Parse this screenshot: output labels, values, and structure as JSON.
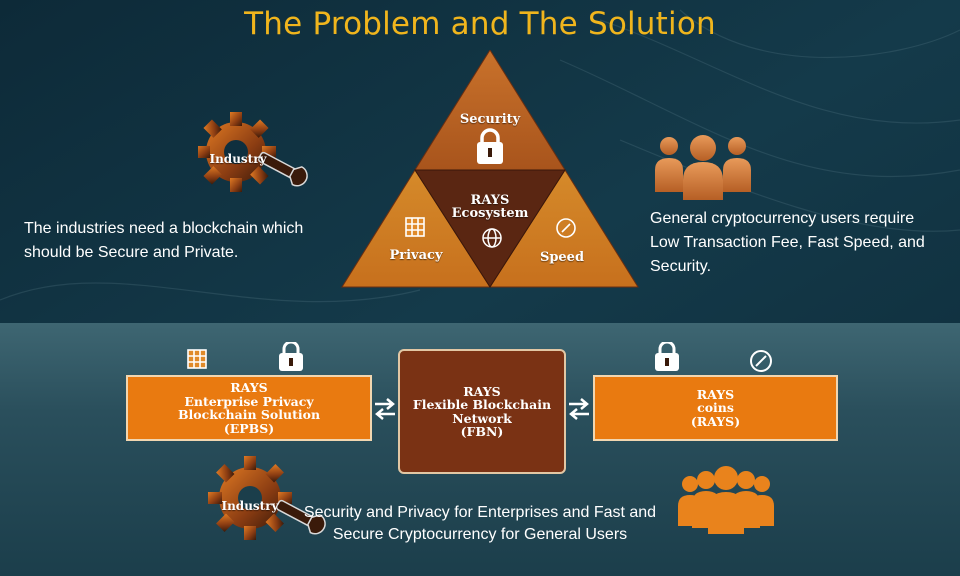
{
  "title": "The Problem and The Solution",
  "triangle": {
    "top": "Security",
    "left": "Privacy",
    "right": "Speed",
    "center_line1": "RAYS",
    "center_line2": "Ecosystem"
  },
  "left_text": "The industries need a blockchain which should be Secure and Private.",
  "right_text": "General cryptocurrency users require Low Transaction Fee, Fast Speed, and Security.",
  "industry_label": "Industry",
  "boxes": {
    "left": "RAYS\nEnterprise Privacy\nBlockchain Solution\n(EPBS)",
    "center": "RAYS\nFlexible Blockchain\nNetwork\n(FBN)",
    "right": "RAYS\ncoins\n(RAYS)"
  },
  "bottom_text": "Security and Privacy for Enterprises and Fast and Secure Cryptocurrency for General Users",
  "colors": {
    "accent": "#f0b51d",
    "box_orange": "#e97a10",
    "center_box": "#7a3214",
    "background": "#0f2f3e"
  }
}
